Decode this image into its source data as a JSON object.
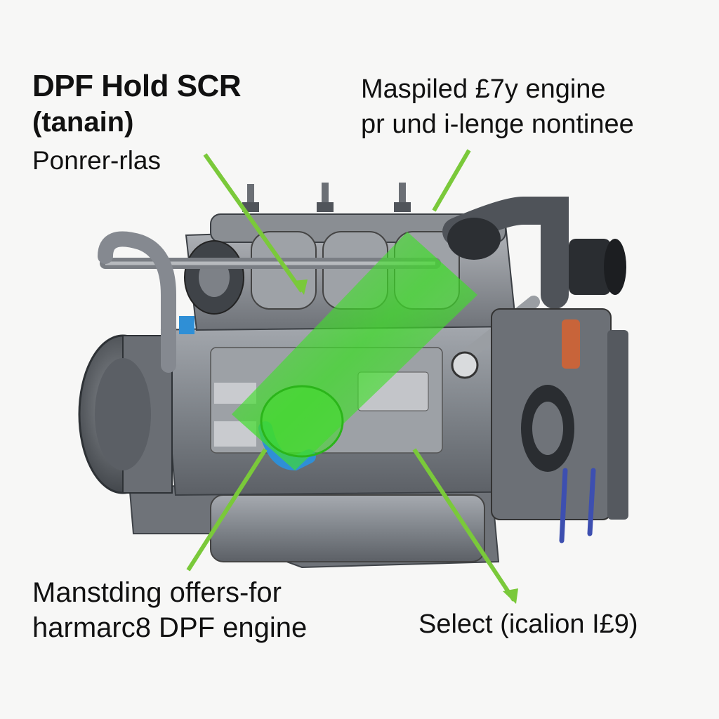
{
  "labels": {
    "top_left": {
      "title": "DPF Hold SCR",
      "subtitle": "(tanain)",
      "body": "Ponrer-rlas"
    },
    "top_right": {
      "line1": "Maspiled £7y engine",
      "line2": "pr und i-lenge nontinee"
    },
    "bottom_left": {
      "line1": "Manstding offers-for",
      "line2": "harmarc8 DPF engine"
    },
    "bottom_right": {
      "line1": "Select (icalion I£9)"
    }
  },
  "colors": {
    "background": "#f7f7f6",
    "engine_body": "#8e9297",
    "engine_dark": "#4b4f55",
    "highlight_green": "#3fdc2a",
    "pointer_green": "#7ac93a",
    "accent_blue": "#2f8fd6",
    "accent_orange": "#c8643a"
  },
  "illustration": {
    "subject": "engine-cutaway-icon"
  }
}
